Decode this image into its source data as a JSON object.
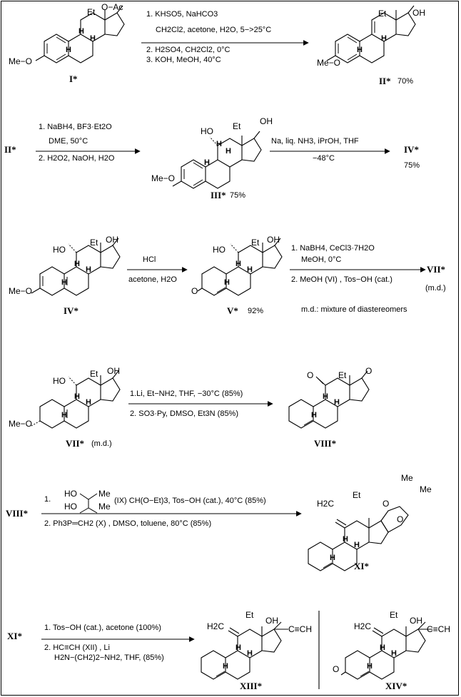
{
  "compounds": {
    "I": "I*",
    "II": "II*",
    "II_yield": "70%",
    "III": "III*",
    "III_yield": "75%",
    "IV": "IV*",
    "IV_yield": "75%",
    "V": "V*",
    "V_yield": "92%",
    "VII": "VII*",
    "VII_note": "(m.d.)",
    "VIII": "VIII*",
    "XI": "XI*",
    "XIII": "XIII*",
    "XIV": "XIV*"
  },
  "steps": {
    "s1": [
      "1.  KHSO5,  NaHCO3",
      "CH2Cl2,  acetone,  H2O,   5−>25°C",
      "2.  H2SO4,   CH2Cl2,     0°C",
      "3.  KOH,   MeOH,   40°C"
    ],
    "s2": [
      "1.  NaBH4,  BF3·Et2O",
      "DME,    50°C",
      "2.  H2O2,  NaOH,    H2O"
    ],
    "s3": [
      "Na,  liq.  NH3,  iPrOH,  THF",
      "−48°C"
    ],
    "s4": [
      "HCl",
      "acetone,  H2O"
    ],
    "s5": [
      "1.  NaBH4,   CeCl3·7H2O",
      "MeOH,    0°C",
      "2.   MeOH   (VI) ,  Tos−OH  (cat.)"
    ],
    "s5_note": "m.d.:  mixture  of  diastereomers",
    "s6": [
      "1.Li,  Et−NH2,    THF,    −30°C (85%)",
      "2.  SO3·Py,  DMSO,  Et3N    (85%)"
    ],
    "s7": [
      "1.",
      "(IX)  CH(O−Et)3,   Tos−OH  (cat.),   40°C   (85%)",
      "2.  Ph3P═CH2  (X) ,  DMSO,  toluene,  80°C  (85%)"
    ],
    "s8": [
      "1.  Tos−OH (cat.),  acetone   (100%)",
      "2.    HC≡CH  (XII)  ,  Li",
      "H2N−(CH2)2−NH2,   THF,     (85%)"
    ]
  },
  "atoms": {
    "ac": "O−Ac",
    "et": "Et",
    "oh": "OH",
    "meo": "Me−O",
    "o": "O",
    "h": "H",
    "ho": "HO",
    "me": "Me",
    "h2c": "H2C",
    "ch": "C≡CH",
    "hc": "HC"
  }
}
